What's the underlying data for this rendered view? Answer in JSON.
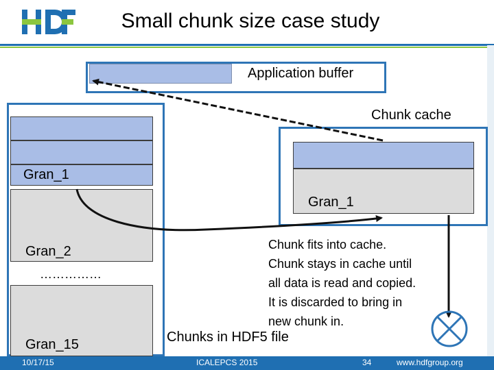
{
  "header": {
    "logo_text": "HDF",
    "title": "Small chunk size case study"
  },
  "application_buffer": {
    "label": "Application buffer"
  },
  "file": {
    "granules": [
      {
        "label": "Gran_1"
      },
      {
        "label": "Gran_2"
      },
      {
        "label": "Gran_15"
      }
    ],
    "ellipsis": "……………",
    "caption": "Chunks in HDF5 file"
  },
  "chunk_cache": {
    "label": "Chunk cache",
    "granule_label": "Gran_1"
  },
  "note_lines": [
    "Chunk fits into cache.",
    "Chunk stays in cache until",
    "all data is read and copied.",
    "It is discarded to bring in",
    "new chunk in."
  ],
  "footer": {
    "date": "10/17/15",
    "event": "ICALEPCS 2015",
    "page": "34",
    "url": "www.hdfgroup.org"
  },
  "colors": {
    "brand_blue": "#1f6fb2",
    "accent_green": "#8cc63f",
    "frame_blue": "#2e75b6",
    "chunk_blue": "#a9bde6",
    "chunk_gray": "#dcdcdc",
    "discard_mark": "#2e75b6"
  },
  "icons": [
    "hdf-logo",
    "dashed-arrow",
    "curved-arrow",
    "down-arrow",
    "discard-circle-x-icon"
  ]
}
